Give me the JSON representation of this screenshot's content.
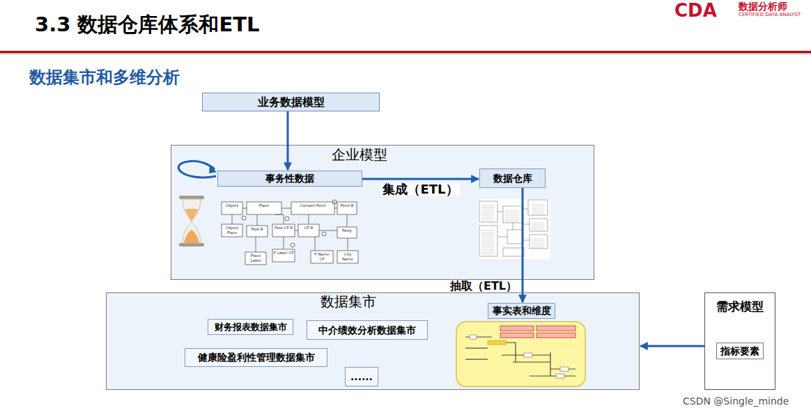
{
  "diagram": {
    "title": "3.3 数据仓库体系和ETL",
    "nodes": [
      {
        "text": [
          "业务数据模型"
        ]
      },
      {
        "text": [
          "企业模型"
        ]
      },
      {
        "text": [
          "事务性数据"
        ],
        "in": 1
      },
      {
        "text": [
          "数据仓库"
        ],
        "in": 1
      },
      {
        "text": [
          "数据集市"
        ]
      },
      {
        "text": [
          "财务报表数据集市"
        ],
        "in": 4
      },
      {
        "text": [
          "中介绩效分析数据集市"
        ],
        "in": 4
      },
      {
        "text": [
          "健康险盈利性管理数据集市"
        ],
        "in": 4
      },
      {
        "text": [
          "......"
        ],
        "in": 4
      },
      {
        "text": [
          "事实表和维度"
        ],
        "in": 4
      },
      {
        "text": [
          "需求模型"
        ]
      },
      {
        "text": [
          "指标要素"
        ],
        "in": 10
      }
    ],
    "edges": [
      {
        "from": 0,
        "to": 2,
        "arrow": "to"
      },
      {
        "from": 2,
        "to": 3,
        "label": "集成（ETL）",
        "arrow": "to"
      },
      {
        "from": 3,
        "to": 9,
        "label": "抽取（ETL）",
        "arrow": "to"
      },
      {
        "from": 10,
        "to": 4,
        "arrow": "to"
      }
    ],
    "labels": [
      "CDA",
      "数据分析师",
      "CERTIFIED DATA ANALYST",
      "数据集市和多维分析",
      "Object",
      "Place",
      "Contact Point",
      "Point B",
      "Object Place",
      "Post B",
      "Post CP B",
      "CP B",
      "Party",
      "Place Label",
      "P Label CP",
      "P Name CP",
      "City Name",
      "CSDN @Single_minde"
    ]
  }
}
